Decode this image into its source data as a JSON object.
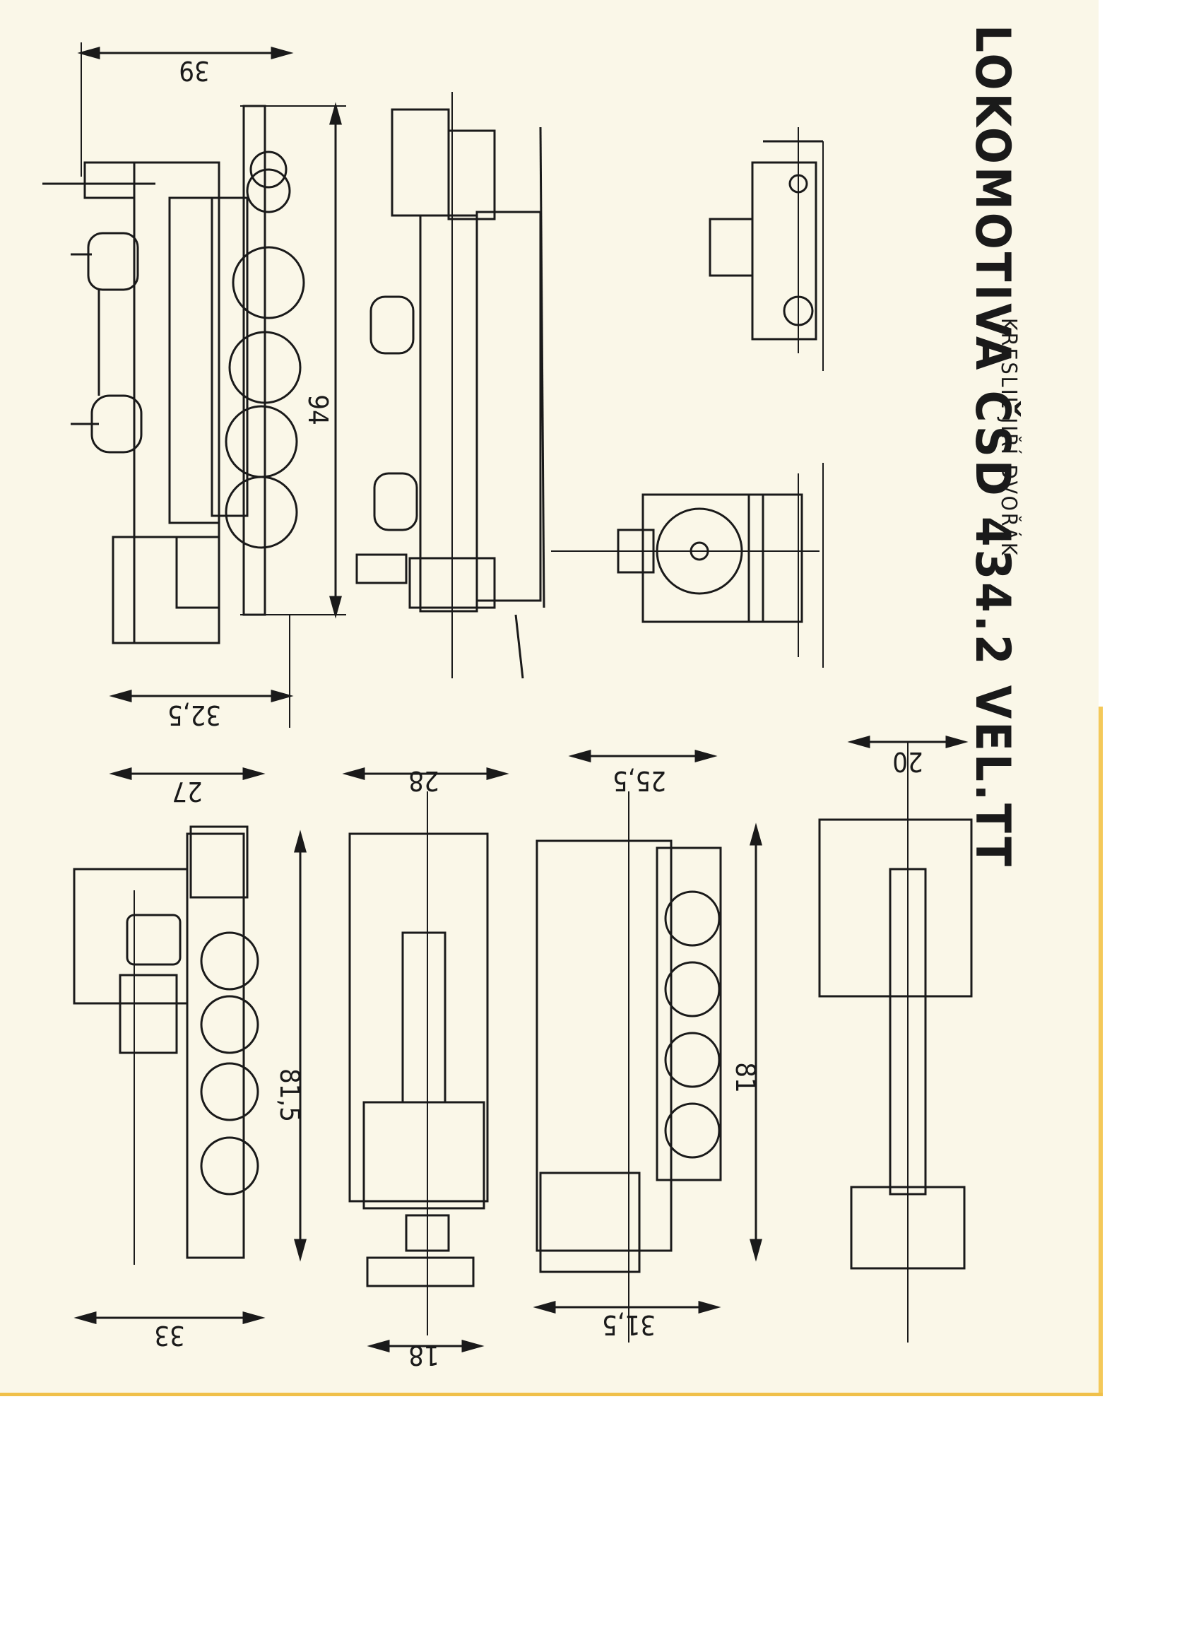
{
  "title": "LOKOMOTIVA ČSD 434.2 VEL.TT",
  "credit": "KRESLIL JIŘÍ DVOŘÁK",
  "dimensions": {
    "d39": "39",
    "d94": "94",
    "d32_5": "32,5",
    "d27": "27",
    "d28": "28",
    "d25_5": "25,5",
    "d20": "20",
    "d81_5": "81,5",
    "d81": "81",
    "d33": "33",
    "d18": "18",
    "d31_5": "31,5"
  },
  "colors": {
    "paper": "#faf7e8",
    "ink": "#1a1a1a",
    "edge": "#f4c95a"
  }
}
